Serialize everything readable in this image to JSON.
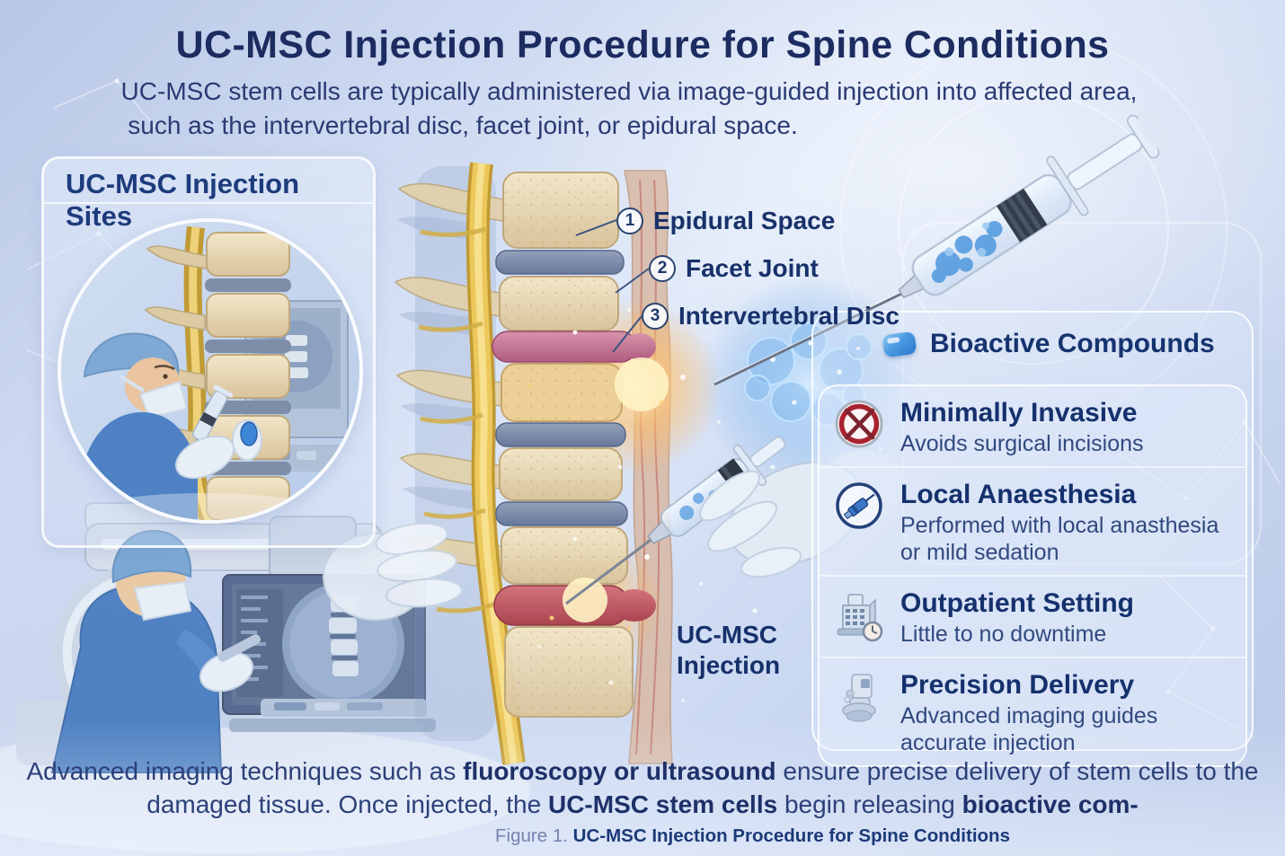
{
  "title": "UC-MSC Injection Procedure for Spine Conditions",
  "subtitle": {
    "line1": "UC-MSC stem cells are typically administered via image-guided injection into affected area,",
    "line2": "such as the intervertebral disc, facet joint, or epidural space."
  },
  "left_panel": {
    "title": "UC-MSC Injection Sites"
  },
  "injection_sites": [
    {
      "number": "1",
      "label": "Epidural Space"
    },
    {
      "number": "2",
      "label": "Facet Joint"
    },
    {
      "number": "3",
      "label": "Intervertebral Disc"
    }
  ],
  "injection_label": {
    "line1": "UC-MSC",
    "line2": "Injection"
  },
  "right_panel": {
    "header": {
      "icon": "capsule-icon",
      "label": "Bioactive Compounds"
    },
    "features": [
      {
        "icon": "no-incision-icon",
        "title": "Minimally Invasive",
        "description": "Avoids surgical incisions"
      },
      {
        "icon": "syringe-icon",
        "title": "Local Anaesthesia",
        "description": "Performed with local anasthesia or mild sedation"
      },
      {
        "icon": "hospital-clock-icon",
        "title": "Outpatient Setting",
        "description": "Little to no downtime"
      },
      {
        "icon": "imaging-machine-icon",
        "title": "Precision Delivery",
        "description": "Advanced imaging guides accurate injection"
      }
    ]
  },
  "footer": {
    "line1": [
      {
        "text": "Advanced imaging techniques such as "
      },
      {
        "text": "fluoroscopy or ultrasound",
        "bold": true
      },
      {
        "text": " ensure precise delivery of stem cells to the"
      }
    ],
    "line2": [
      {
        "text": "damaged tissue. Once injected, the "
      },
      {
        "text": "UC-MSC stem cells",
        "bold": true
      },
      {
        "text": " begin releasing "
      },
      {
        "text": "bioactive com-",
        "bold": true
      }
    ],
    "caption_prefix": "Figure 1.",
    "caption_text": "UC-MSC Injection Procedure for Spine Conditions"
  },
  "colors": {
    "title_navy": "#1c2c60",
    "body_navy": "#2c4078",
    "accent_red": "#a8232e",
    "capsule_blue": "#3f93df",
    "cord_yellow": "#ecc75a",
    "vertebra_tan": "#e9dcbd",
    "panel_border": "#ffffff"
  }
}
